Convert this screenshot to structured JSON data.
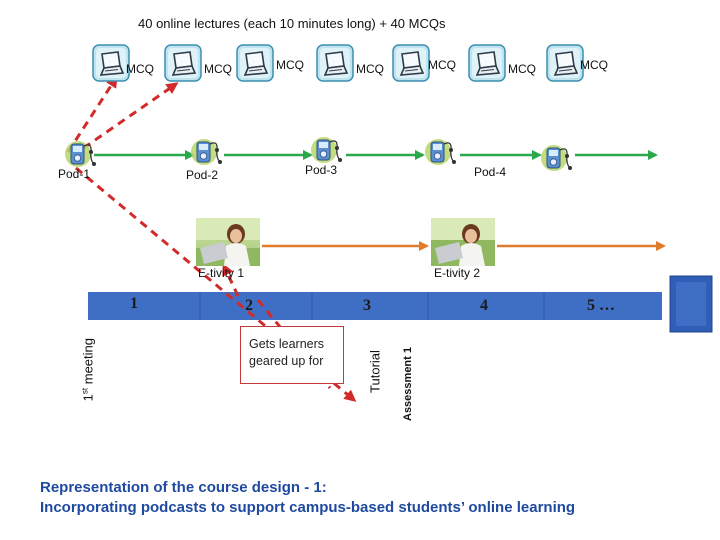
{
  "title": "40 online lectures (each 10 minutes long) + 40 MCQs",
  "mcq_label": "MCQ",
  "pods": [
    "Pod-1",
    "Pod-2",
    "Pod-3",
    "Pod-4"
  ],
  "etivities": [
    "E-tivity 1",
    "E-tivity 2"
  ],
  "timeline": [
    "1",
    "2",
    "3",
    "4",
    "5 …"
  ],
  "first_meeting": {
    "main": "1",
    "sup": "st",
    "rest": " meeting"
  },
  "tutorial_label": "Tutorial",
  "assessment_label": "Assessment 1",
  "note_box": "Gets learners geared up for",
  "caption": {
    "line1": "Representation of the course design - 1:",
    "line2": "Incorporating podcasts to support campus-based students’ online learning"
  },
  "colors": {
    "timeline_bar": "#3f6fc4",
    "pod_arrow": "#2aa84a",
    "etivity_arrow": "#e07b2a",
    "dashed_arrow": "#d22a2a",
    "caption": "#1f4aa0",
    "note_border": "#c23a3a"
  },
  "icons": {
    "mcq": "laptop-icon",
    "pod": "mp3-player-icon",
    "etivity": "student-laptop-photo"
  }
}
